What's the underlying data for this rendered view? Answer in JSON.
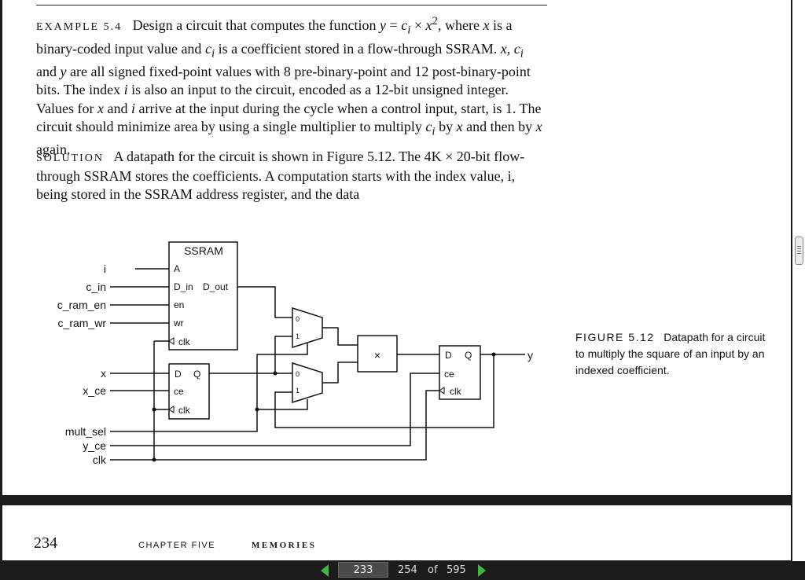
{
  "example": {
    "heading": "EXAMPLE 5.4",
    "paragraph_html": "Design a circuit that computes the function <i>y</i> = <i>c<sub>i</sub></i> × <i>x</i><sup>2</sup>, where <i>x</i> is a binary-coded input value and <i>c<sub>i</sub></i> is a coefficient stored in a flow-through SSRAM. <i>x</i>, <i>c<sub>i</sub></i> and <i>y</i> are all signed fixed-point values with 8 pre-binary-point and 12 post-binary-point bits. The index <i>i</i> is also an input to the circuit, encoded as a 12-bit unsigned integer. Values for <i>x</i> and <i>i</i> arrive at the input during the cycle when a control input, start, is 1. The circuit should minimize area by using a single multiplier to multiply <i>c<sub>i</sub></i> by <i>x</i> and then by <i>x</i> again."
  },
  "solution": {
    "heading": "SOLUTION",
    "paragraph": "A datapath for the circuit is shown in Figure 5.12. The 4K × 20-bit flow-through SSRAM stores the coefficients. A computation starts with the index value, i, being stored in the SSRAM address register, and the data"
  },
  "figure": {
    "number": "FIGURE 5.12",
    "caption": "Datapath for a circuit to multiply the square of an input by an indexed coefficient.",
    "ssram": {
      "title": "SSRAM",
      "ports": [
        "A",
        "D_in",
        "D_out",
        "en",
        "wr",
        "clk"
      ]
    },
    "reg_x": {
      "d": "D",
      "q": "Q",
      "ce": "ce",
      "clk": "clk"
    },
    "reg_y": {
      "d": "D",
      "q": "Q",
      "ce": "ce",
      "clk": "clk"
    },
    "mux_inputs": [
      "0",
      "1"
    ],
    "multiplier_symbol": "×",
    "inputs": [
      "i",
      "c_in",
      "c_ram_en",
      "c_ram_wr",
      "x",
      "x_ce",
      "mult_sel",
      "y_ce",
      "clk"
    ],
    "output": "y"
  },
  "footer": {
    "page_number": "234",
    "chapter": "CHAPTER FIVE",
    "title": "MEMORIES"
  },
  "navigation": {
    "page_input": "233",
    "current_page": "254",
    "of_label": "of",
    "total_pages": "595"
  }
}
